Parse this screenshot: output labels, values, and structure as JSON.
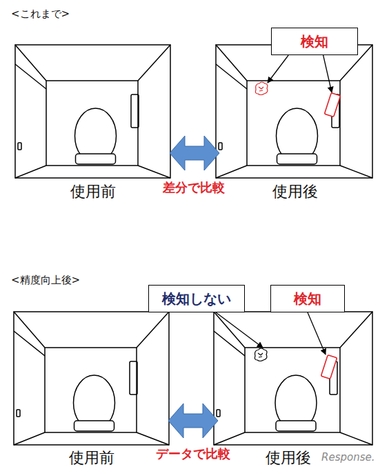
{
  "diagram": {
    "nodes": [
      {
        "text": [
          "検知"
        ]
      },
      {
        "text": [
          "検知しない"
        ]
      },
      {
        "text": [
          "検知"
        ]
      }
    ],
    "labels": [
      "<これまで>",
      "差分で比較",
      "使用前",
      "使用後",
      "<精度向上後>",
      "データで比較",
      "使用前",
      "使用後",
      "Response."
    ]
  }
}
